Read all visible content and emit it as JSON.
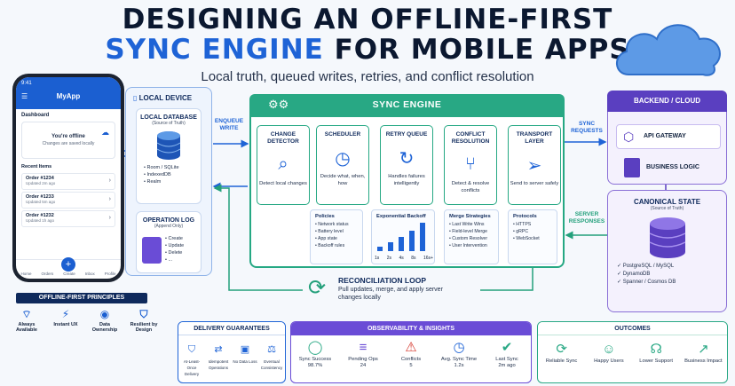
{
  "header": {
    "title_line1": "DESIGNING AN OFFLINE-FIRST",
    "title_line2_highlight": "SYNC ENGINE",
    "title_line2_rest": "FOR MOBILE APPS",
    "subtitle": "Local truth, queued writes, retries, and conflict resolution"
  },
  "phone": {
    "time": "9:41",
    "app_title": "MyApp",
    "dashboard": "Dashboard",
    "offline_title": "You're offline",
    "offline_sub": "Changes are saved locally",
    "recent": "Recent Items",
    "orders": [
      {
        "name": "Order #1234",
        "updated": "Updated 2m ago"
      },
      {
        "name": "Order #1233",
        "updated": "Updated 5m ago"
      },
      {
        "name": "Order #1232",
        "updated": "Updated 1h ago"
      }
    ],
    "tabs": [
      "Home",
      "Orders",
      "Create",
      "Inbox",
      "Profile"
    ]
  },
  "principles": {
    "title": "OFFLINE-FIRST PRINCIPLES",
    "items": [
      "Always Available",
      "Instant UX",
      "Data Ownership",
      "Resilient by Design"
    ]
  },
  "local_device": {
    "title": "LOCAL DEVICE",
    "db_title": "LOCAL DATABASE",
    "db_sub": "(Source of Truth)",
    "db_items": [
      "Room / SQLite",
      "IndexedDB",
      "Realm"
    ],
    "oplog_title": "OPERATION LOG",
    "oplog_sub": "(Append Only)",
    "oplog_items": [
      "Create",
      "Update",
      "Delete",
      "..."
    ]
  },
  "arrows": {
    "enqueue": "ENQUEUE WRITE",
    "sync_requests": "SYNC REQUESTS",
    "server_responses": "SERVER RESPONSES"
  },
  "sync_engine": {
    "title": "SYNC ENGINE",
    "stages": [
      {
        "name": "CHANGE DETECTOR",
        "desc": "Detect local changes"
      },
      {
        "name": "SCHEDULER",
        "desc": "Decide what, when, how"
      },
      {
        "name": "RETRY QUEUE",
        "desc": "Handles failures intelligently"
      },
      {
        "name": "CONFLICT RESOLUTION",
        "desc": "Detect & resolve conflicts"
      },
      {
        "name": "TRANSPORT LAYER",
        "desc": "Send to server safely"
      }
    ],
    "policies": {
      "title": "Policies",
      "items": [
        "Network status",
        "Battery level",
        "App state",
        "Backoff rules"
      ]
    },
    "backoff": {
      "title": "Exponential Backoff",
      "labels": [
        "1s",
        "2s",
        "4s",
        "8s",
        "16s+"
      ]
    },
    "merge": {
      "title": "Merge Strategies",
      "items": [
        "Last Write Wins",
        "Field-level Merge",
        "Custom Resolver",
        "User Intervention"
      ]
    },
    "protocols": {
      "title": "Protocols",
      "items": [
        "HTTPS",
        "gRPC",
        "WebSocket"
      ]
    }
  },
  "backend": {
    "title": "BACKEND / CLOUD",
    "api": "API GATEWAY",
    "logic": "BUSINESS LOGIC",
    "canon_title": "CANONICAL STATE",
    "canon_sub": "(Source of Truth)",
    "canon_items": [
      "PostgreSQL / MySQL",
      "DynamoDB",
      "Spanner / Cosmos DB"
    ]
  },
  "reconciliation": {
    "title": "RECONCILIATION LOOP",
    "desc": "Pull updates, merge, and apply server changes locally"
  },
  "delivery": {
    "title": "DELIVERY GUARANTEES",
    "items": [
      "At-Least-Once Delivery",
      "Idempotent Operations",
      "No Data Loss",
      "Eventual Consistency"
    ]
  },
  "observability": {
    "title": "OBSERVABILITY & INSIGHTS",
    "kpis": [
      {
        "label": "Sync Success",
        "value": "98.7%"
      },
      {
        "label": "Pending Ops",
        "value": "24"
      },
      {
        "label": "Conflicts",
        "value": "5"
      },
      {
        "label": "Avg. Sync Time",
        "value": "1.2s"
      },
      {
        "label": "Last Sync",
        "value": "2m ago"
      }
    ]
  },
  "outcomes": {
    "title": "OUTCOMES",
    "items": [
      "Reliable Sync",
      "Happy Users",
      "Lower Support",
      "Business Impact"
    ]
  },
  "colors": {
    "blue": "#1e63d6",
    "green": "#28a884",
    "purple": "#5a3fc0",
    "navy": "#0f2a5c"
  }
}
